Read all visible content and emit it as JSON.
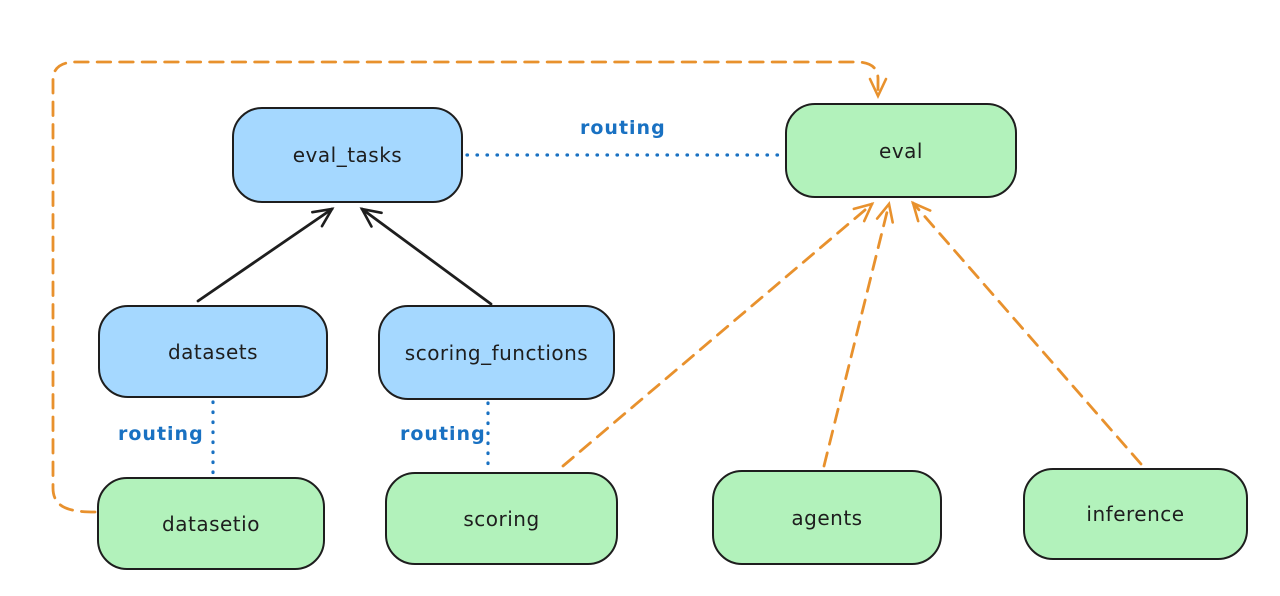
{
  "diagram": {
    "nodes": {
      "eval_tasks": {
        "label": "eval_tasks",
        "fill": "#a5d8ff"
      },
      "eval": {
        "label": "eval",
        "fill": "#b2f2bb"
      },
      "datasets": {
        "label": "datasets",
        "fill": "#a5d8ff"
      },
      "scoring_functions": {
        "label": "scoring_functions",
        "fill": "#a5d8ff"
      },
      "datasetio": {
        "label": "datasetio",
        "fill": "#b2f2bb"
      },
      "scoring": {
        "label": "scoring",
        "fill": "#b2f2bb"
      },
      "agents": {
        "label": "agents",
        "fill": "#b2f2bb"
      },
      "inference": {
        "label": "inference",
        "fill": "#b2f2bb"
      }
    },
    "edge_labels": {
      "routing_eval_tasks_eval": "routing",
      "routing_datasets_datasetio": "routing",
      "routing_scoringfns_scoring": "routing"
    },
    "colors": {
      "node_border": "#1e1e1e",
      "blue_fill": "#a5d8ff",
      "green_fill": "#b2f2bb",
      "routing_blue": "#1971c2",
      "orange": "#e8912d",
      "black": "#1e1e1e"
    }
  }
}
